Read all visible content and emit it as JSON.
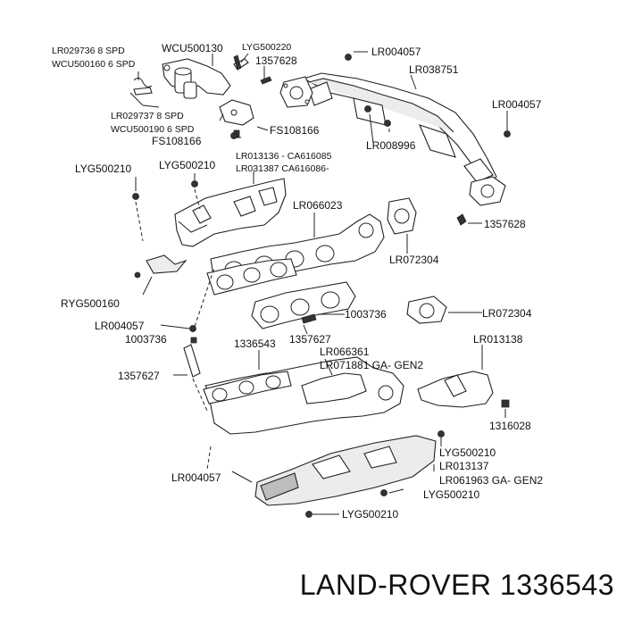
{
  "brand_title": "LAND-ROVER 1336543",
  "labels": {
    "l1": "LR029736 8 SPD",
    "l2": "WCU500160 6 SPD",
    "l3": "WCU500130",
    "l4": "LYG500220",
    "l5": "1357628",
    "l6": "LR004057",
    "l7": "LR038751",
    "l8": "LR004057",
    "l9": "LR029737 8 SPD",
    "l10": "WCU500190 6 SPD",
    "l11": "FS108166",
    "l12": "FS108166",
    "l13": "LR008996",
    "l14": "LYG500210",
    "l15": "LYG500210",
    "l16": "LR013136 - CA616085",
    "l17": "LR031387 CA616086-",
    "l18": "LR066023",
    "l19": "1357628",
    "l20": "LR072304",
    "l21": "RYG500160",
    "l22": "LR004057",
    "l23": "1003736",
    "l24": "1003736",
    "l25": "LR072304",
    "l26": "1336543",
    "l27": "1357627",
    "l28": "LR066361",
    "l29": "LR071881 GA- GEN2",
    "l30": "LR013138",
    "l31": "1357627",
    "l32": "1316028",
    "l33": "LYG500210",
    "l34": "LR013137",
    "l35": "LR061963 GA- GEN2",
    "l36": "LYG500210",
    "l37": "LR004057",
    "l38": "LYG500210"
  }
}
